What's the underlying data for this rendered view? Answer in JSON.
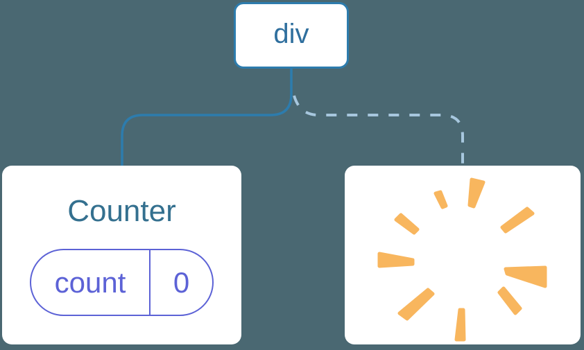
{
  "diagram": {
    "background_color": "#4a6872",
    "root_node": {
      "label": "div",
      "text_color": "#2f6f9e",
      "border_color": "#2d7cad"
    },
    "edges": {
      "solid": {
        "style": "solid",
        "color": "#2d7cad",
        "connects": "div to Counter"
      },
      "dashed": {
        "style": "dashed",
        "color": "#a7c7de",
        "connects": "div to removed child"
      }
    },
    "counter_node": {
      "title": "Counter",
      "title_color": "#34708f",
      "state": {
        "name": "count",
        "value": "0",
        "accent_color": "#5c62d6"
      }
    },
    "removed_node": {
      "icon": "poof-burst-icon",
      "icon_color": "#f8b65e"
    }
  }
}
